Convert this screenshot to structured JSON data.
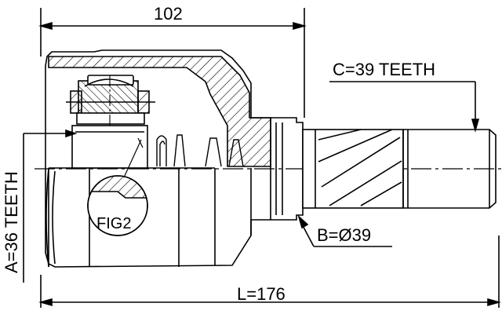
{
  "dimensions": {
    "top_length": "102",
    "total_length": "L=176",
    "spline_outer": "C=39 TEETH",
    "spline_inner": "A=36 TEETH",
    "seal_diameter": "B=Ø39"
  },
  "figure_label": "FIG2"
}
